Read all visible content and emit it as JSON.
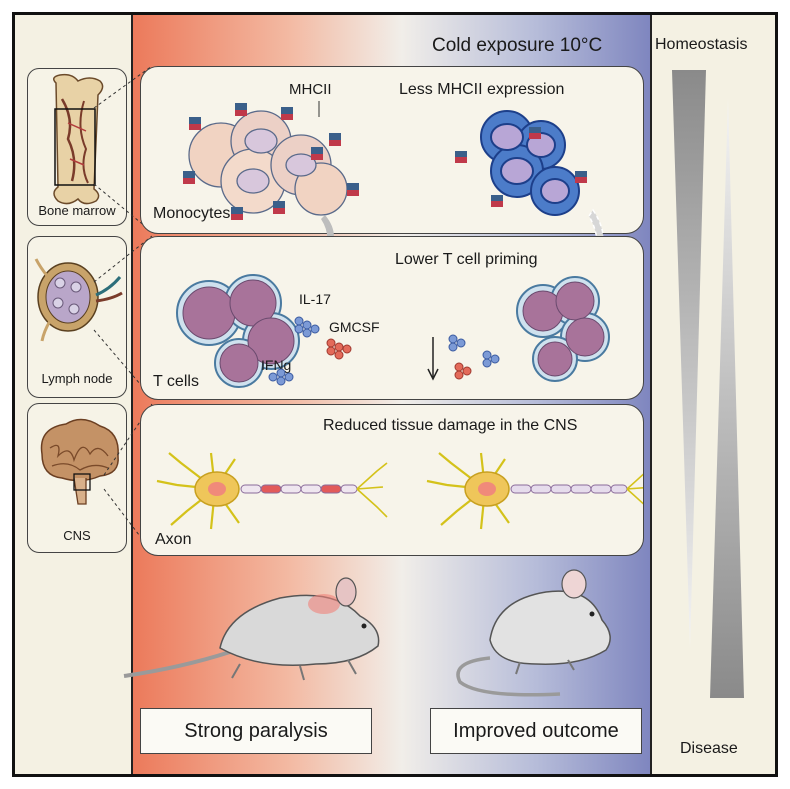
{
  "header": {
    "title": "Cold exposure 10°C"
  },
  "organs": [
    {
      "label": "Bone marrow"
    },
    {
      "label": "Lymph node"
    },
    {
      "label": "CNS"
    }
  ],
  "panels": {
    "monocytes": {
      "label": "Monocytes",
      "marker": "MHCII",
      "right_title": "Less MHCII expression"
    },
    "tcells": {
      "label": "T cells",
      "right_title": "Lower T cell priming",
      "cytokines": [
        "IL-17",
        "GMCSF",
        "IFNg"
      ]
    },
    "axon": {
      "label": "Axon",
      "right_title": "Reduced tissue damage in the CNS"
    }
  },
  "outcomes": {
    "left": "Strong paralysis",
    "right": "Improved outcome"
  },
  "scale": {
    "top": "Homeostasis",
    "bottom": "Disease"
  },
  "colors": {
    "warm": "#ec7a5b",
    "cold": "#7f86bf",
    "border": "#222222"
  }
}
